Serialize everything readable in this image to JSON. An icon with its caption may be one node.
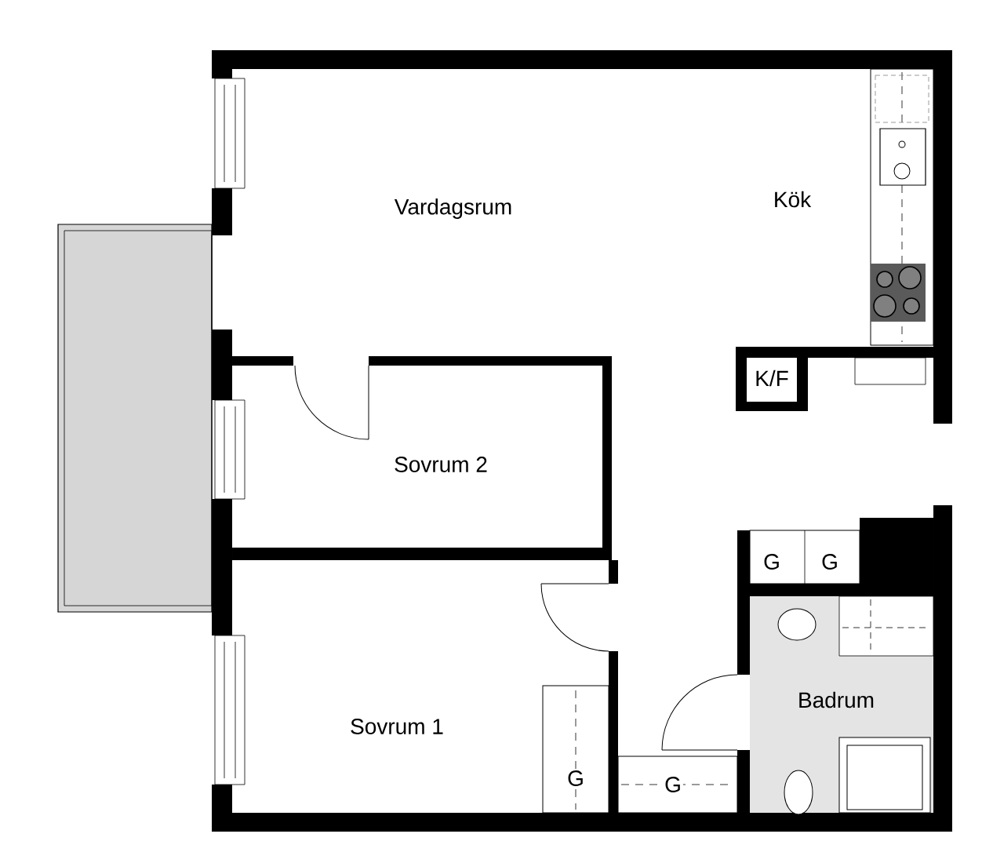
{
  "diagram": {
    "labels": [
      "Vardagsrum",
      "Kök",
      "K/F",
      "Sovrum 2",
      "G",
      "G",
      "Badrum",
      "Sovrum 1",
      "G",
      "G"
    ]
  }
}
